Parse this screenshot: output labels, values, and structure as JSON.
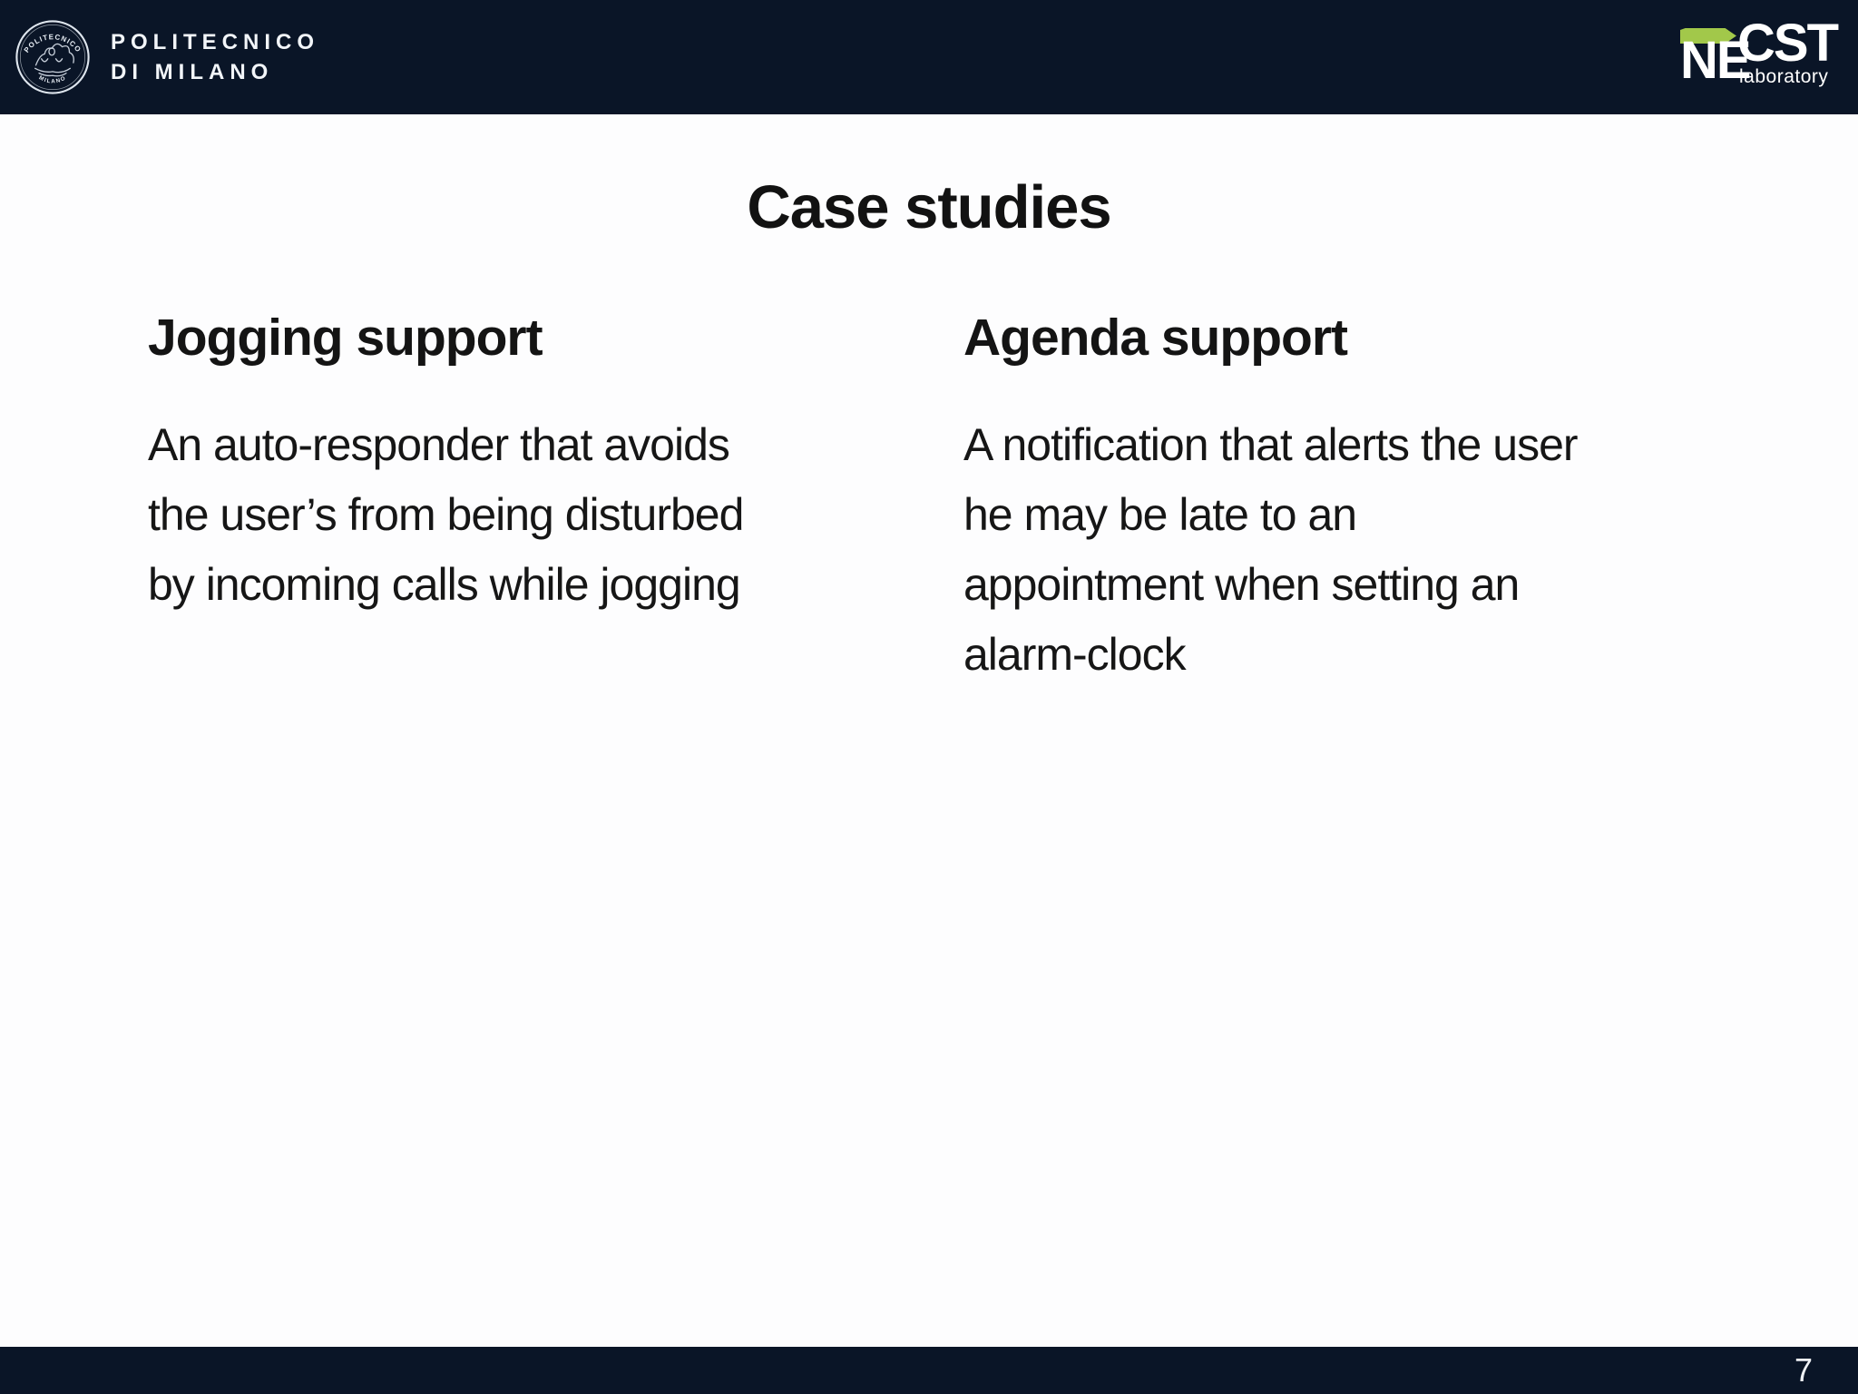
{
  "header": {
    "polimi": {
      "wordmark_line1": "POLITECNICO",
      "wordmark_line2": "DI MILANO",
      "seal_text_top": "POLITECNICO",
      "seal_text_bottom": "MILANO"
    },
    "necst": {
      "ne": "NE",
      "cst": "CST",
      "laboratory": "laboratory"
    }
  },
  "slide": {
    "title": "Case studies",
    "columns": [
      {
        "heading": "Jogging support",
        "body": "An auto-responder that avoids the user’s from being disturbed by incoming calls while jogging"
      },
      {
        "heading": "Agenda support",
        "body": "A notification that alerts the user he may be late to an appointment when setting an alarm-clock"
      }
    ]
  },
  "footer": {
    "page_number": "7"
  },
  "colors": {
    "bar_navy": "#0a1527",
    "necst_green": "#a2c84a",
    "text": "#161616",
    "background": "#fdfdfe"
  }
}
